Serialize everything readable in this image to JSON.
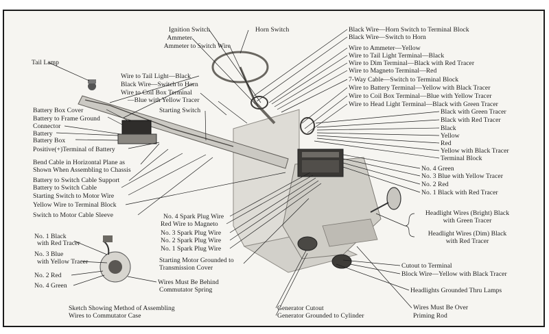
{
  "labels": {
    "ignition_switch": "Ignition Switch",
    "ammeter": "Ammeter",
    "ammeter_to_switch_wire": "Ammeter to Switch Wire",
    "horn_switch": "Horn Switch",
    "tail_lamp": "Tail Lamp",
    "wire_to_tail_light": "Wire to Tail Light—Black",
    "black_wire_switch_horn": "Black Wire—Switch to Horn",
    "wire_to_coil_box_1": "Wire to Coil Box Terminal",
    "wire_to_coil_box_2": "—Blue with Yellow Tracer",
    "starting_switch": "Starting Switch",
    "battery_box_cover": "Battery Box Cover",
    "battery_to_frame_ground_1": "Battery to Frame Ground",
    "battery_to_frame_ground_2": "Connector",
    "battery": "Battery",
    "battery_box": "Battery  Box",
    "positive_terminal": "Positive(+)Terminal of Battery",
    "bend_cable_1": "Bend Cable in Horizontal Plane as",
    "bend_cable_2": "Shown When Assembling to Chassis",
    "battery_to_switch_cable_support": "Battery to Switch Cable Support",
    "battery_to_switch_cable": "Battery to Switch Cable",
    "starting_switch_to_motor_wire": "Starting Switch to Motor Wire",
    "yellow_wire_to_terminal_block": "Yellow Wire to Terminal Block",
    "switch_to_motor_cable_sleeve": "Switch to Motor Cable Sleeve",
    "black_wire_horn_terminal_block": "Black Wire—Horn Switch to Terminal Block",
    "black_wire_switch_to_horn_top": "Black Wire—Switch to Horn",
    "wire_to_ammeter": "Wire to Ammeter—Yellow",
    "wire_to_tail_light_terminal": "Wire to Tail Light Terminal—Black",
    "wire_to_dim_terminal": "Wire to Dim Terminal—Black with Red Tracer",
    "wire_to_magneto_terminal": "Wire to Magneto Terminal—Red",
    "seven_way_cable": "7-Way Cable—Switch to Terminal Block",
    "wire_to_battery_terminal": "Wire to Battery Terminal—Yellow with Black Tracer",
    "wire_to_coil_box_terminal": "Wire to Coil Box Terminal—Blue with Yellow Tracer",
    "wire_to_head_light_terminal": "Wire to Head Light Terminal—Black with Green Tracer",
    "tb_black_green": "Black with Green Tracer",
    "tb_black_red": "Black with Red Tracer",
    "tb_black": "Black",
    "tb_yellow": "Yellow",
    "tb_red": "Red",
    "tb_yellow_black": "Yellow with Black Tracer",
    "tb_terminal_block": "Terminal Block",
    "no4_green": "No. 4 Green",
    "no3_blue_yellow": "No. 3 Blue with Yellow Tracer",
    "no2_red": "No. 2 Red",
    "no1_black_red": "No. 1 Black with Red Tracer",
    "headlight_bright_1": "Headlight Wires (Bright) Black",
    "headlight_bright_2": "with Green Tracer",
    "headlight_dim_1": "Headlight Wires (Dim) Black",
    "headlight_dim_2": "with Red Tracer",
    "no4_spark_plug": "No. 4 Spark Plug Wire",
    "red_wire_to_magneto": "Red Wire to Magneto",
    "no3_spark_plug": "No. 3 Spark Plug Wire",
    "no2_spark_plug": "No. 2 Spark Plug Wire",
    "no1_spark_plug": "No. 1 Spark Plug Wire",
    "starting_motor_grounded_1": "Starting Motor Grounded to",
    "starting_motor_grounded_2": "Transmission Cover",
    "cutout_to_terminal": "Cutout to Terminal",
    "block_wire_yellow_black": "Block Wire—Yellow with Black Tracer",
    "headlights_grounded": "Headlights Grounded Thru Lamps",
    "wires_must_be_over_1": "Wires Must Be Over",
    "wires_must_be_over_2": "Priming Rod",
    "generator_cutout": "Generator Cutout",
    "generator_grounded": "Generator Grounded to Cylinder",
    "sk_no1_1": "No. 1  Black",
    "sk_no1_2": "with Red Tracer",
    "sk_no3_1": "No. 3  Blue",
    "sk_no3_2": "with Yellow Tracer",
    "sk_no2": "No. 2  Red",
    "sk_no4": "No. 4  Green",
    "wires_behind_1": "Wires Must Be Behind",
    "wires_behind_2": "Commutator Spring",
    "sketch_caption_1": "Sketch Showing Method of Assembling",
    "sketch_caption_2": "Wires to Commutator Case"
  },
  "colors": {
    "ink": "#1c1c1c",
    "paper": "#f6f5f1",
    "drawing_fill": "#d8d6cf",
    "drawing_shade": "#a9a6a0"
  }
}
